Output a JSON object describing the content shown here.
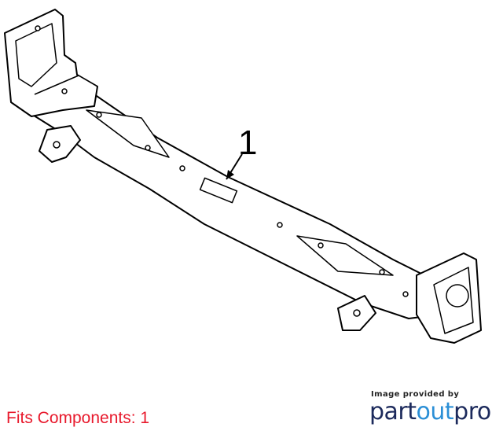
{
  "diagram": {
    "callout_label": "1"
  },
  "footer": {
    "fits_text": "Fits Components: 1",
    "credit_text": "Image provided by",
    "brand": {
      "part1": "part",
      "part2": "out",
      "part3": "pro",
      "colors": {
        "dark": "#1c2a5c",
        "accent": "#2b8fd6"
      }
    }
  }
}
